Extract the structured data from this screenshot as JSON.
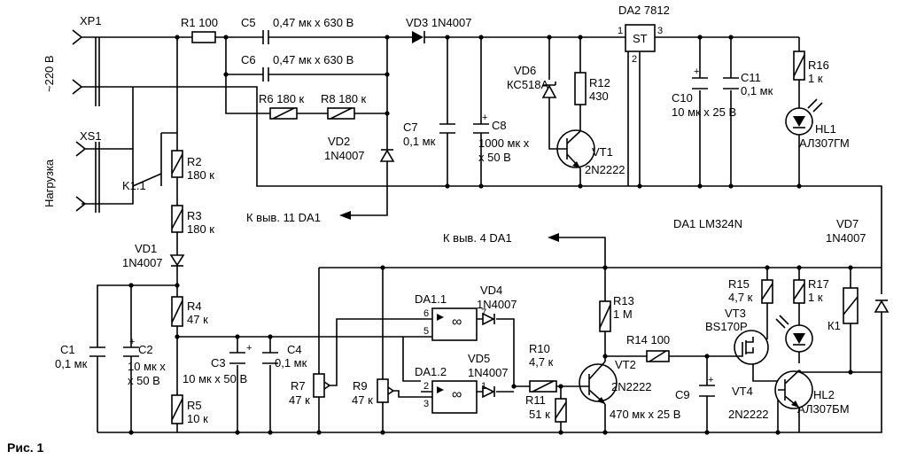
{
  "figure_caption": "Рис. 1",
  "connectors": {
    "xp1": "XP1",
    "xs1": "XS1",
    "mains": "~220 В",
    "load": "Нагрузка",
    "relay_contact": "K1.1"
  },
  "resistors": {
    "r1": "R1 100",
    "r2_ref": "R2",
    "r2_val": "180 к",
    "r3_ref": "R3",
    "r3_val": "180 к",
    "r4_ref": "R4",
    "r4_val": "47 к",
    "r5_ref": "R5",
    "r5_val": "10 к",
    "r6": "R6 180 к",
    "r8": "R8 180 к",
    "r7_ref": "R7",
    "r7_val": "47 к",
    "r9_ref": "R9",
    "r9_val": "47 к",
    "r10_ref": "R10",
    "r10_val": "4,7 к",
    "r11_ref": "R11",
    "r11_val": "51 к",
    "r12_ref": "R12",
    "r12_val": "430",
    "r13_ref": "R13",
    "r13_val": "1 М",
    "r14": "R14 100",
    "r15_ref": "R15",
    "r15_val": "4,7 к",
    "r16_ref": "R16",
    "r16_val": "1 к",
    "r17_ref": "R17",
    "r17_val": "1 к"
  },
  "capacitors": {
    "c5_ref": "C5",
    "c5_val": "0,47 мк х 630 В",
    "c6_ref": "C6",
    "c6_val": "0,47 мк х 630 В",
    "c7_ref": "C7",
    "c7_val": "0,1 мк",
    "c8_ref": "C8",
    "c8_val1": "1000 мк х",
    "c8_val2": "х 50 В",
    "c10_ref": "C10",
    "c10_val": "10 мк х 25 В",
    "c11_ref": "C11",
    "c11_val": "0,1 мк",
    "c1_ref": "C1",
    "c1_val": "0,1 мк",
    "c2_ref": "C2",
    "c2_val1": "10 мк х",
    "c2_val2": "х 50 В",
    "c3_ref": "C3",
    "c3_val": "10 мк х 50 В",
    "c4_ref": "C4",
    "c4_val": "0,1 мк",
    "c9_ref": "C9",
    "c9_val": "470 мк х 25 В"
  },
  "diodes": {
    "vd1_ref": "VD1",
    "vd1_val": "1N4007",
    "vd2_ref": "VD2",
    "vd2_val": "1N4007",
    "vd3": "VD3  1N4007",
    "vd4_ref": "VD4",
    "vd4_val": "1N4007",
    "vd5_ref": "VD5",
    "vd5_val": "1N4007",
    "vd6_ref": "VD6",
    "vd6_val": "КС518А",
    "vd7_ref": "VD7",
    "vd7_val": "1N4007",
    "hl1_ref": "HL1",
    "hl1_val": "АЛ307ГМ",
    "hl2_ref": "HL2",
    "hl2_val": "АЛ307БМ"
  },
  "transistors": {
    "vt1_ref": "VT1",
    "vt1_val": "2N2222",
    "vt2_ref": "VT2",
    "vt2_val": "2N2222",
    "vt3_ref": "VT3",
    "vt3_val": "BS170P",
    "vt4_ref": "VT4",
    "vt4_val": "2N2222"
  },
  "ics": {
    "da2": "DA2  7812",
    "da2_label": "ST",
    "da2_pin1": "1",
    "da2_pin2": "2",
    "da2_pin3": "3",
    "da1": "DA1 LM324N",
    "da1_1": "DA1.1",
    "da1_2": "DA1.2",
    "opamp_symbol": "∞",
    "pin6": "6",
    "pin5": "5",
    "pin7": "7",
    "pin2": "2",
    "pin3": "3",
    "pin1": "1"
  },
  "relay": {
    "k1": "К1"
  },
  "notes": {
    "to_pin11": "К выв. 11 DA1",
    "to_pin4": "К выв. 4 DA1"
  }
}
